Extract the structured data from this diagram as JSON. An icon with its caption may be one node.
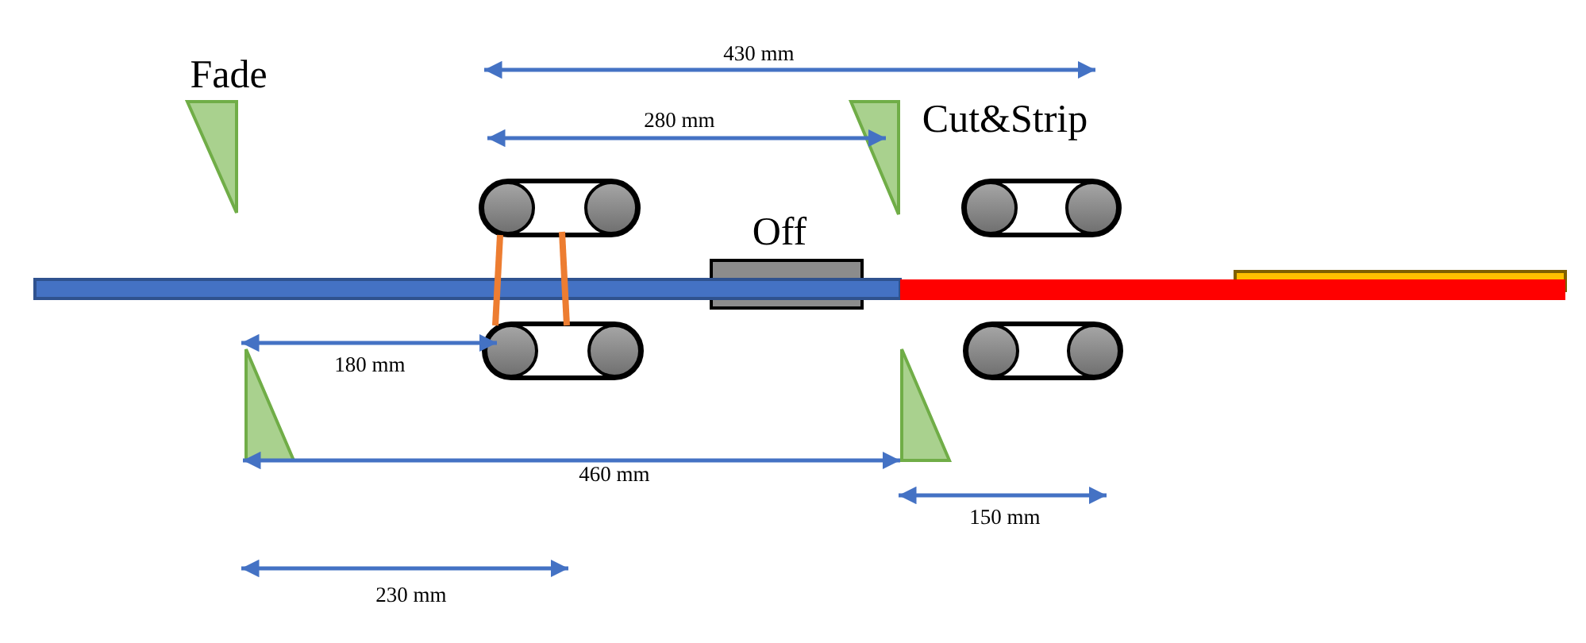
{
  "diagram": {
    "nodes": [
      {
        "text": [
          "Off"
        ]
      }
    ],
    "labels": [
      "Fade",
      "430 mm",
      "280 mm",
      "Cut&Strip",
      "180 mm",
      "460 mm",
      "150 mm",
      "230 mm"
    ]
  }
}
